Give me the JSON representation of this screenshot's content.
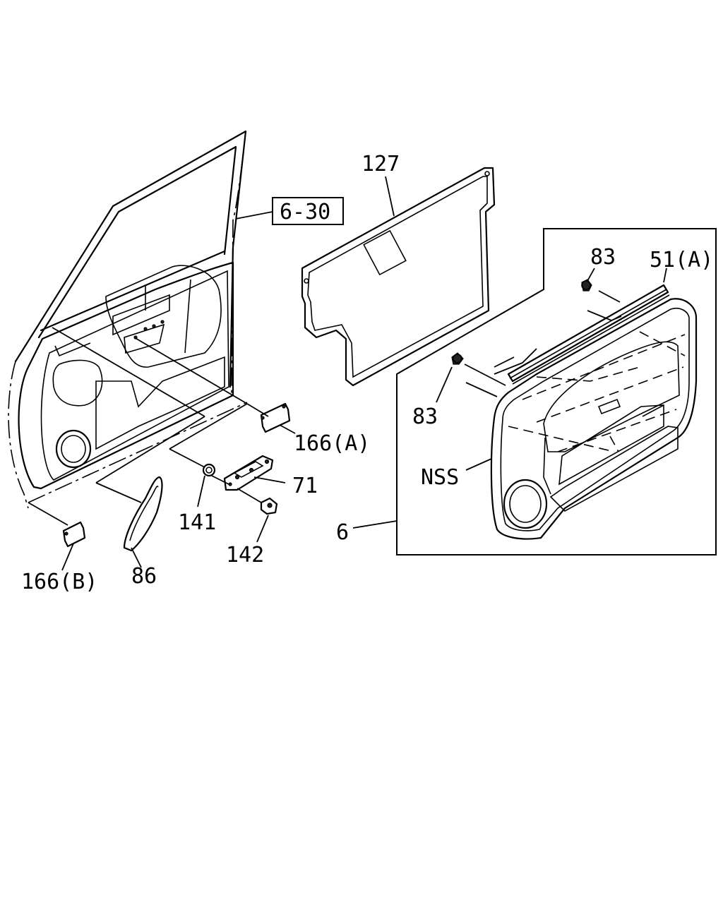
{
  "diagram": {
    "callouts": {
      "ref_6_30": "6-30",
      "p127": "127",
      "p83_top": "83",
      "p51a": "51(A)",
      "p83_mid": "83",
      "p166a": "166(A)",
      "p71": "71",
      "p141": "141",
      "p142": "142",
      "p166b": "166(B)",
      "p86": "86",
      "nss": "NSS",
      "p6": "6"
    }
  }
}
